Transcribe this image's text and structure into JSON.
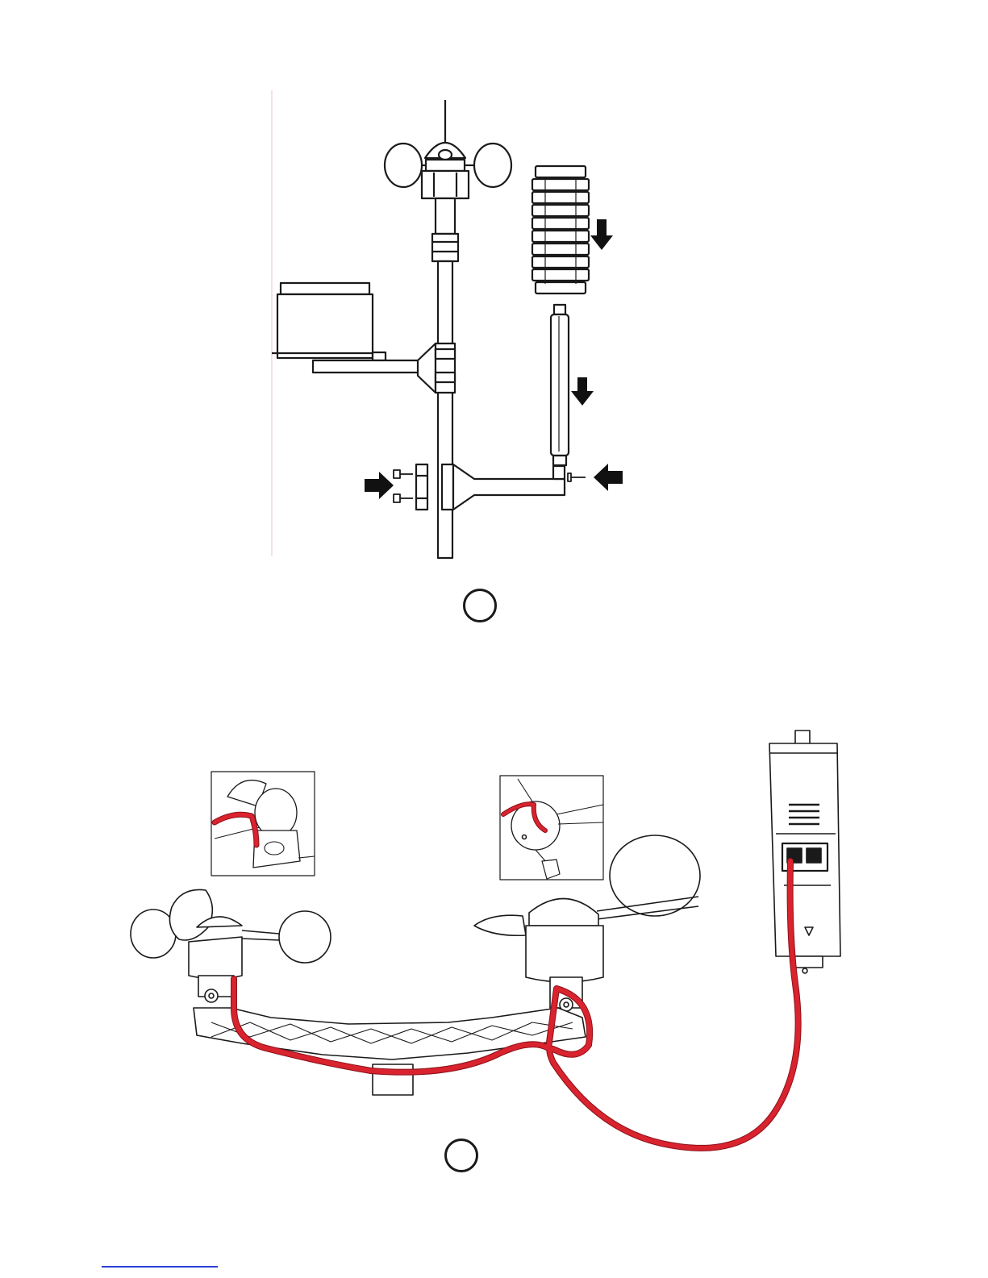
{
  "figures": [
    {
      "id": "step-a",
      "description_visible_text": "",
      "components": [
        "anemometer-cups",
        "antenna",
        "rain-gauge",
        "mounting-pole",
        "upper-bracket",
        "lower-bracket",
        "radiation-shield",
        "thermo-hygro-sensor",
        "screws",
        "push-arrows"
      ]
    },
    {
      "id": "step-b",
      "components": [
        "wind-cups",
        "wind-vane",
        "crossbar",
        "sensor-cable",
        "transmitter-unit",
        "inset-wind-speed",
        "inset-wind-direction"
      ]
    }
  ],
  "colors": {
    "line": "#1a1a1a",
    "cable": "#d9232e",
    "cable_edge": "#8c1118",
    "fill": "#ffffff",
    "arrow": "#111111",
    "link_underline": "#2a3fd6"
  }
}
